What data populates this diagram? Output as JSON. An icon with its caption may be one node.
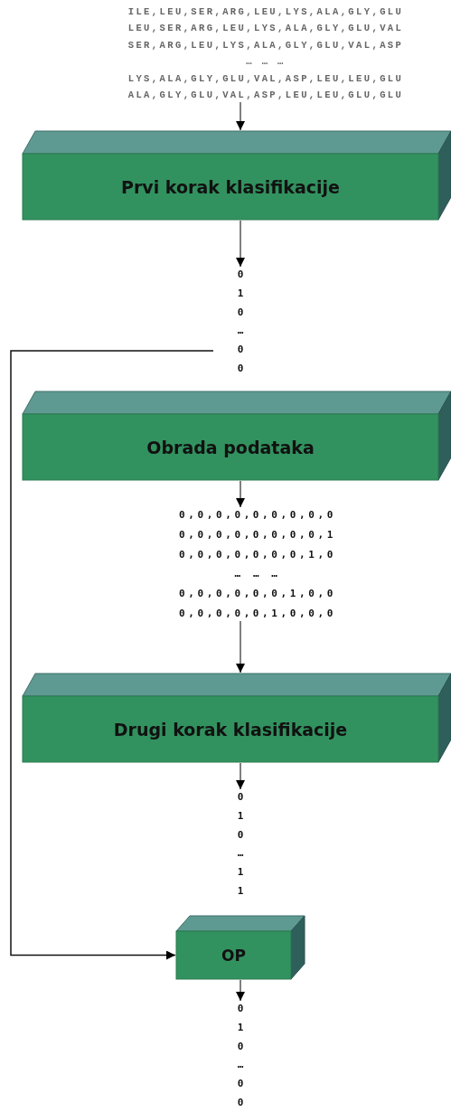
{
  "diagram": {
    "nodes": [
      {
        "text": [
          "ILE,LEU,SER,ARG,LEU,LYS,ALA,GLY,GLU",
          "LEU,SER,ARG,LEU,LYS,ALA,GLY,GLU,VAL",
          "SER,ARG,LEU,LYS,ALA,GLY,GLU,VAL,ASP",
          "… … …",
          "LYS,ALA,GLY,GLU,VAL,ASP,LEU,LEU,GLU",
          "ALA,GLY,GLU,VAL,ASP,LEU,LEU,GLU,GLU"
        ]
      },
      {
        "text": [
          "Prvi korak klasifikacije"
        ]
      },
      {
        "text": [
          "0",
          "1",
          "0",
          "…",
          "0",
          "0"
        ]
      },
      {
        "text": [
          "Obrada podataka"
        ]
      },
      {
        "text": [
          "0,0,0,0,0,0,0,0,0",
          "0,0,0,0,0,0,0,0,1",
          "0,0,0,0,0,0,0,1,0",
          "… … …",
          "0,0,0,0,0,0,1,0,0",
          "0,0,0,0,0,1,0,0,0"
        ]
      },
      {
        "text": [
          "Drugi korak klasifikacije"
        ]
      },
      {
        "text": [
          "0",
          "1",
          "0",
          "…",
          "1",
          "1"
        ]
      },
      {
        "text": [
          "OP"
        ]
      },
      {
        "text": [
          "0",
          "1",
          "0",
          "…",
          "0",
          "0"
        ]
      }
    ],
    "edges": [
      {
        "from": 0,
        "to": 1,
        "arrow": "to"
      },
      {
        "from": 1,
        "to": 2,
        "arrow": "to"
      },
      {
        "from": 3,
        "to": 4,
        "arrow": "to"
      },
      {
        "from": 4,
        "to": 5,
        "arrow": "to"
      },
      {
        "from": 5,
        "to": 6,
        "arrow": "to"
      },
      {
        "from": 2,
        "to": 7,
        "arrow": "to"
      },
      {
        "from": 7,
        "to": 8,
        "arrow": "to"
      }
    ]
  }
}
